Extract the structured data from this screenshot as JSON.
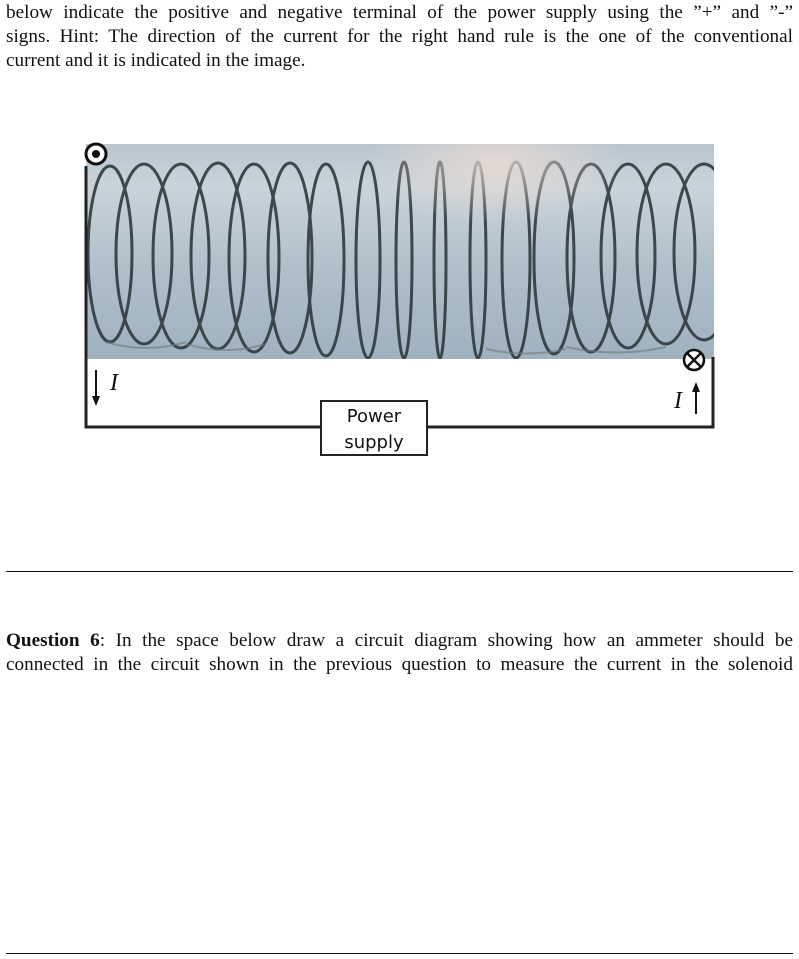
{
  "question5_continued": {
    "lines": [
      "below indicate the positive and negative terminal of the power supply using the ”+” and ”-”",
      "signs. Hint: The direction of the current for the right hand rule is the one of the conventional",
      "current and it is indicated in the image."
    ]
  },
  "figure": {
    "power_supply_label_line1": "Power",
    "power_supply_label_line2": "supply",
    "current_label_left": "I",
    "current_label_right": "I",
    "symbol_top_left": "dot-out-of-page",
    "symbol_right": "cross-into-page",
    "left_arrow_direction": "down",
    "right_arrow_direction": "up"
  },
  "question6": {
    "label": "Question 6",
    "line1_rest": ": In the space below draw a circuit diagram showing how an ammeter should be",
    "line2": "connected in the circuit shown in the previous question to measure the current in the solenoid"
  }
}
